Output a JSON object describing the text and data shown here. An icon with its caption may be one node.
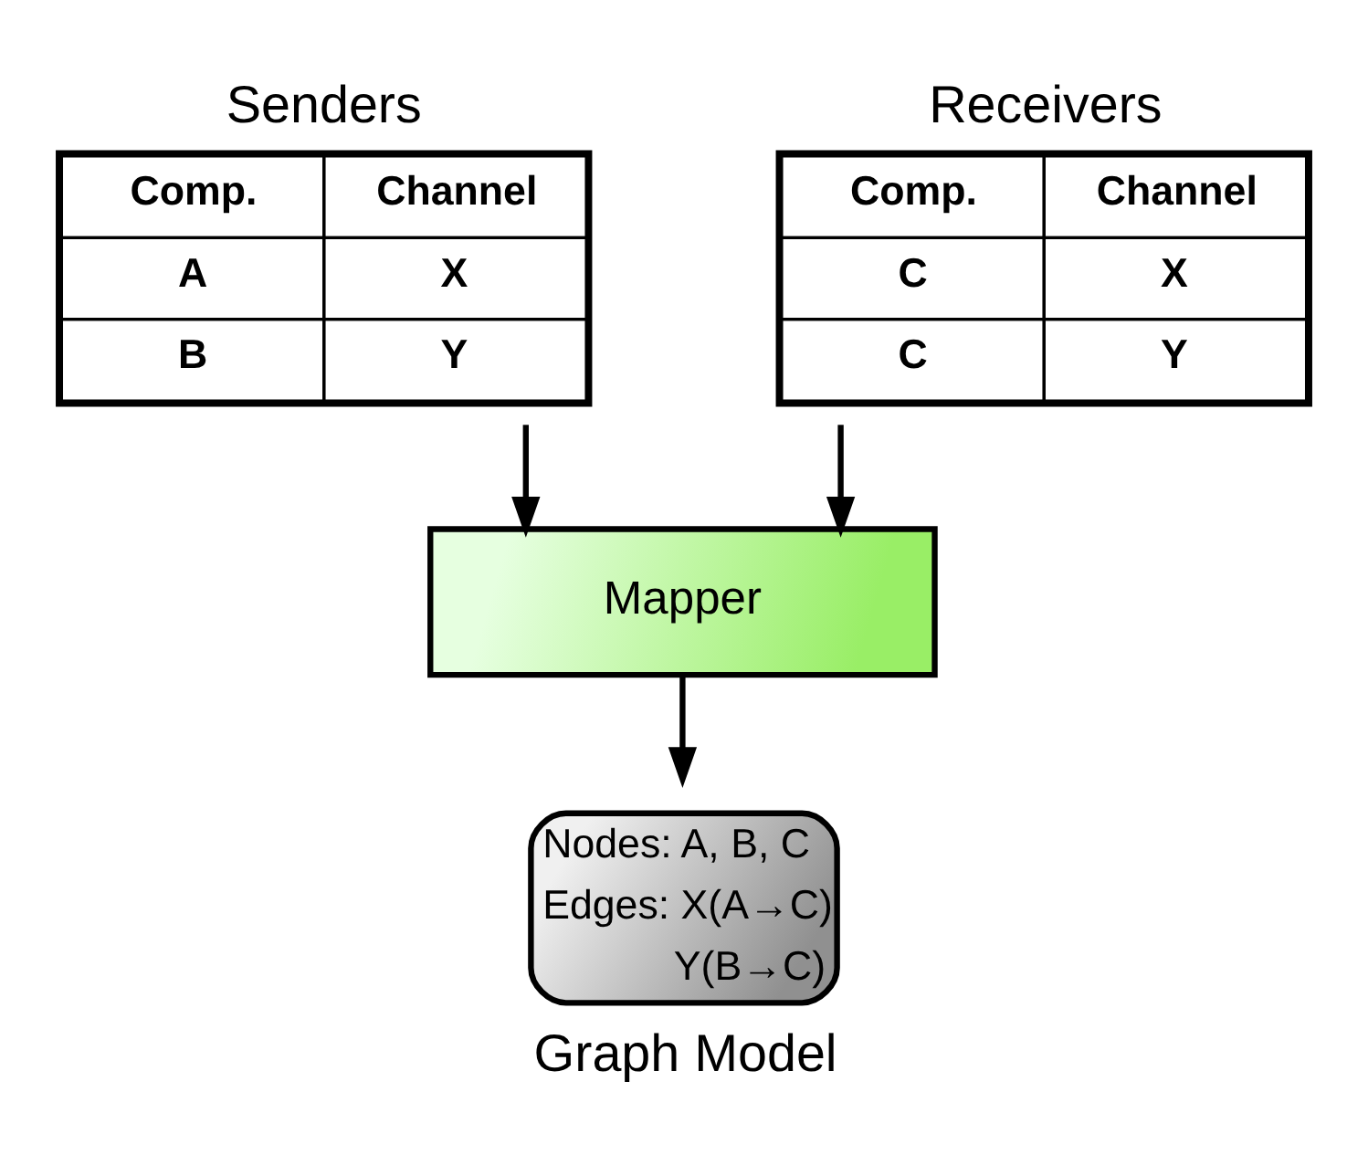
{
  "diagram": {
    "nodes": [
      {
        "text": [
          "Senders",
          "Comp.",
          "Channel",
          "A",
          "X",
          "B",
          "Y"
        ]
      },
      {
        "text": [
          "Receivers",
          "Comp.",
          "Channel",
          "C",
          "X",
          "C",
          "Y"
        ]
      },
      {
        "text": [
          "Mapper"
        ]
      },
      {
        "text": [
          "Nodes: A, B, C",
          "Edges: X(A→C)",
          "Y(B→C)"
        ],
        "beside": [
          "Graph Model"
        ]
      }
    ],
    "edges": [
      {
        "from": 0,
        "to": 2,
        "arrow": "to"
      },
      {
        "from": 1,
        "to": 2,
        "arrow": "to"
      },
      {
        "from": 2,
        "to": 3,
        "arrow": "to"
      }
    ]
  }
}
